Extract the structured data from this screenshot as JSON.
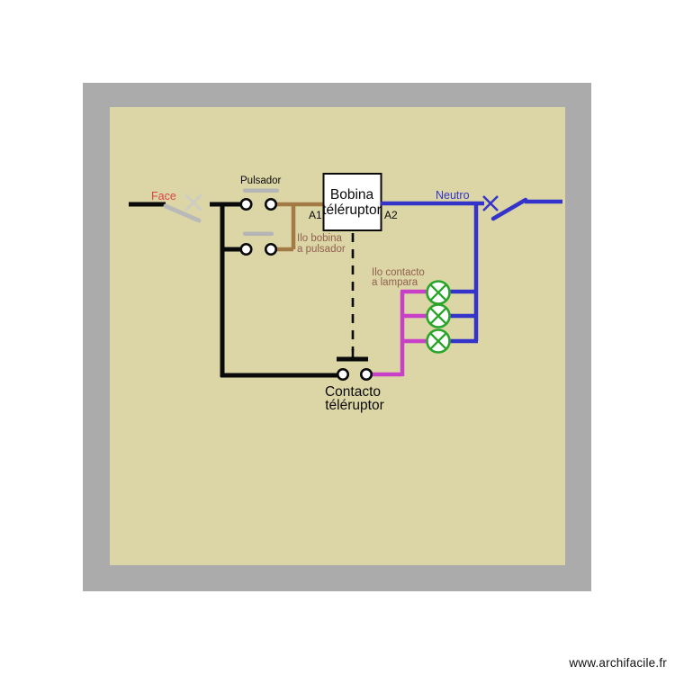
{
  "watermark": {
    "text": "www.archifacile.fr"
  },
  "colors": {
    "frame_gray": "#ABABAB",
    "plan_beige": "#DCD6A6",
    "wire_black": "#0A0A0A",
    "wire_brown": "#A37A45",
    "wire_blue": "#3434CB",
    "wire_magenta": "#C840C8",
    "lamp_green": "#2AA52A",
    "switch_gray": "#B9B9B9",
    "cross_pale": "#CDCDC3",
    "bar_gray": "#B5B5B5",
    "label_red": "#DD4444",
    "label_brown": "#916050",
    "label_blue": "#3333CC"
  },
  "labels": {
    "face": "Face",
    "pulsador": "Pulsador",
    "ilo_bobina_line1": "Ilo bobina",
    "ilo_bobina_line2": "a pulsador",
    "bobina_line1": "Bobina",
    "bobina_line2": "téléruptor",
    "a1": "A1",
    "a2": "A2",
    "neutro": "Neutro",
    "ilo_contacto_line1": "Ilo contacto",
    "ilo_contacto_line2": "a lampara",
    "contacto_line1": "Contacto",
    "contacto_line2": "téléruptor"
  }
}
